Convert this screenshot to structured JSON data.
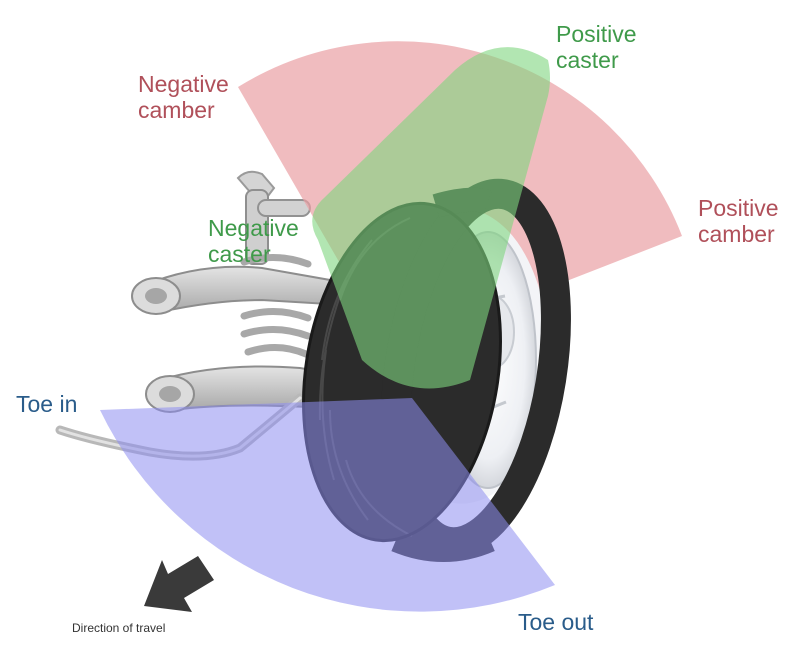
{
  "labels": {
    "negative_camber": [
      "Negative",
      "camber"
    ],
    "positive_camber": [
      "Positive",
      "camber"
    ],
    "positive_caster": [
      "Positive",
      "caster"
    ],
    "negative_caster": [
      "Negative",
      "caster"
    ],
    "toe_in": "Toe in",
    "toe_out": "Toe out",
    "direction_of_travel": "Direction of travel"
  },
  "colors": {
    "camber_zone": "#e9a0a4",
    "caster_zone": "#7fd67f",
    "toe_zone": "#8e8ef0",
    "camber_text": "#b0505a",
    "caster_text": "#3f9a4a",
    "toe_text": "#2a5c8a",
    "tire": "#2b2b2b",
    "suspension": "#c8c8c8",
    "arrow": "#3a3a3a"
  },
  "icons": {
    "arrow": "direction-arrow-icon",
    "wheel": "wheel-icon",
    "suspension": "suspension-icon"
  }
}
